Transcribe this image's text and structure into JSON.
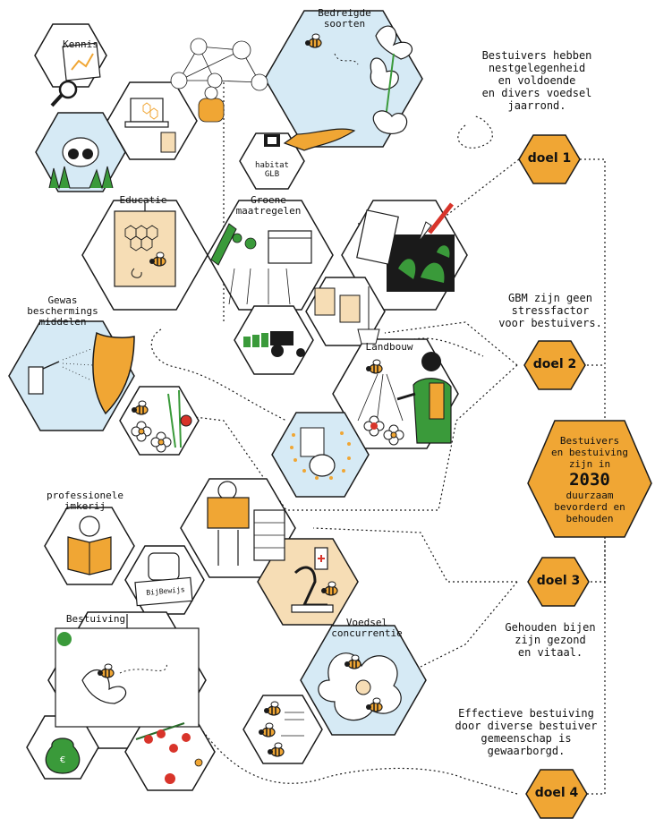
{
  "hex_labels": {
    "kennis": "Kennis",
    "bedreigde_soorten": "Bedreigde\nsoorten",
    "educatie": "Educatie",
    "groene_maatregelen": "Groene\nmaatregelen",
    "gewas": "Gewas\nbeschermings\nmiddelen",
    "landbouw": "Landbouw",
    "professionele_imkerij": "professionele\nimkerij",
    "bestuiving": "Bestuiving",
    "voedsel_concurrentie": "Voedsel\nconcurrentie"
  },
  "logo": {
    "line1": "habitat",
    "line2": "GLB"
  },
  "card_text": "BijBewijs",
  "goals": [
    {
      "label": "doel 1",
      "text": "Bestuivers hebben\nnestgelegenheid\nen voldoende\nen divers voedsel\njaarrond."
    },
    {
      "label": "doel 2",
      "text": "GBM zijn geen\nstressfactor\nvoor bestuivers."
    },
    {
      "label": "doel 3",
      "text": "Gehouden bijen\nzijn gezond\nen vitaal."
    },
    {
      "label": "doel 4",
      "text": "Effectieve bestuiving\ndoor diverse bestuiver\ngemeenschap is\ngewaarborgd."
    }
  ],
  "central_goal": {
    "line1": "Bestuivers",
    "line2": "en bestuiving",
    "line3": "zijn in",
    "year": "2030",
    "line4": "duurzaam",
    "line5": "bevorderd en",
    "line6": "behouden"
  },
  "colors": {
    "honey": "#f0a634",
    "sky": "#d6eaf5",
    "sand": "#f6ddb5",
    "ink": "#1a1a1a",
    "green": "#3a9a3a",
    "dark_green": "#2a6b2a",
    "red": "#d8342a"
  }
}
